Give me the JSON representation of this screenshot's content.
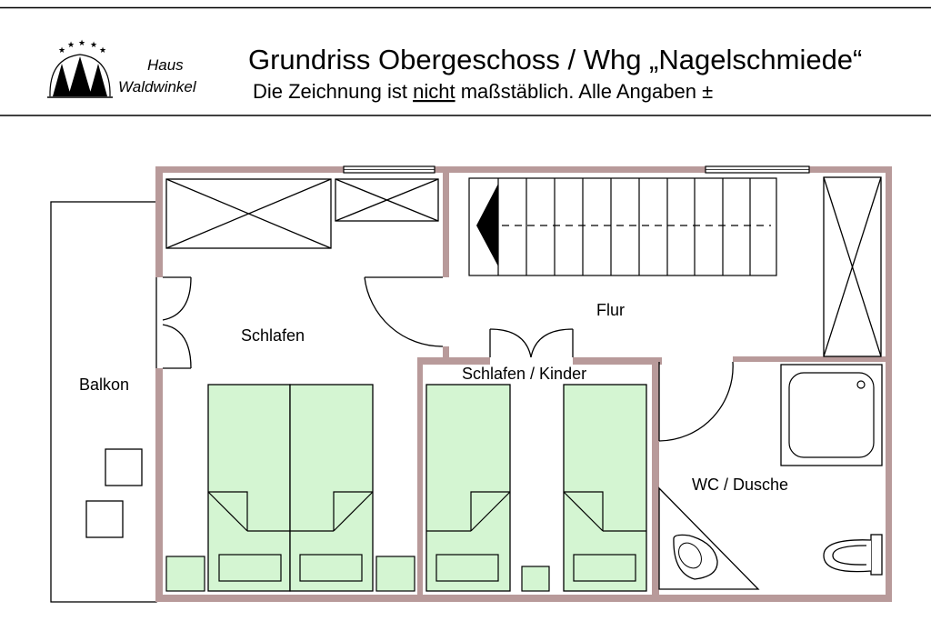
{
  "header": {
    "logo_line1": "Haus",
    "logo_line2": "Waldwinkel",
    "title": "Grundriss Obergeschoss / Whg „Nagelschmiede“",
    "subtitle_pre": "Die Zeichnung ist ",
    "subtitle_emph": "nicht",
    "subtitle_post": " maßstäblich. Alle Angaben ±"
  },
  "rooms": {
    "balkon": "Balkon",
    "schlafen": "Schlafen",
    "flur": "Flur",
    "kinder": "Schlafen / Kinder",
    "bad": "WC / Dusche"
  },
  "colors": {
    "wall": "#b89a9a",
    "bed": "#d4f5d2",
    "line": "#000000"
  }
}
